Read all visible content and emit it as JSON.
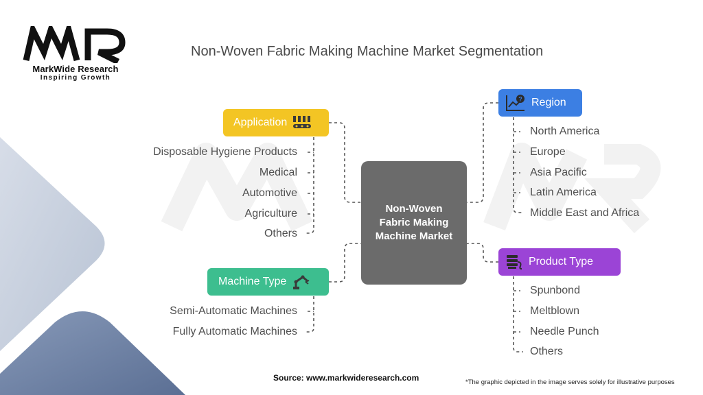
{
  "logo": {
    "name": "MarkWide Research",
    "tagline": "Inspiring Growth"
  },
  "title": "Non-Woven Fabric Making Machine Market Segmentation",
  "center": "Non-Woven Fabric Making Machine Market",
  "segments": {
    "application": {
      "label": "Application",
      "icon": "production-line-icon",
      "color": "#F3C524",
      "items": [
        "Disposable Hygiene Products",
        "Medical",
        "Automotive",
        "Agriculture",
        "Others"
      ]
    },
    "machine_type": {
      "label": "Machine Type",
      "icon": "robot-arm-icon",
      "color": "#3DBE8F",
      "items": [
        "Semi-Automatic Machines",
        "Fully Automatic Machines"
      ]
    },
    "region": {
      "label": "Region",
      "icon": "region-chart-icon",
      "color": "#3C7FE3",
      "items": [
        "North America",
        "Europe",
        "Asia Pacific",
        "Latin America",
        "Middle East and Africa"
      ]
    },
    "product_type": {
      "label": "Product Type",
      "icon": "fabric-roll-icon",
      "color": "#9B44D6",
      "items": [
        "Spunbond",
        "Meltblown",
        "Needle Punch",
        "Others"
      ]
    }
  },
  "footer": {
    "source": "Source: www.markwideresearch.com",
    "note": "*The graphic depicted in the image serves solely for illustrative purposes"
  }
}
